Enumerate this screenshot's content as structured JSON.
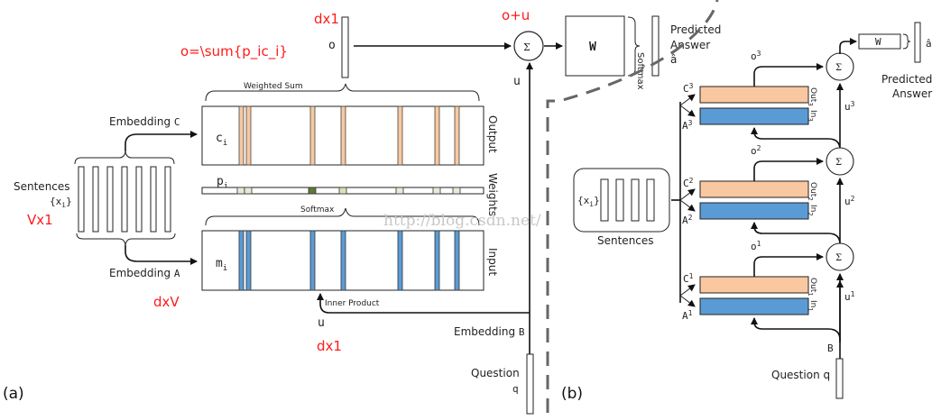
{
  "panel_a": {
    "label": "(a)",
    "sentences": {
      "label": "Sentences",
      "symbol": "{x",
      "symbol_sub": "i",
      "symbol_close": "}",
      "annotation": "Vx1",
      "vector_count": 7
    },
    "embedding_c": {
      "label": "Embedding",
      "matrix": "C"
    },
    "embedding_a": {
      "label": "Embedding",
      "matrix": "A",
      "annotation": "dxV"
    },
    "embedding_b": {
      "label": "Embedding",
      "matrix": "B"
    },
    "output_block": {
      "symbol": "c",
      "symbol_sub": "i",
      "side_label": "Output",
      "color": "#f9c8a0"
    },
    "weights_block": {
      "symbol": "p",
      "symbol_sub": "i",
      "side_label": "Weights",
      "cell_colors": [
        "#e6ead8",
        "#e6ead8",
        "#5c7a36",
        "#d6e2b8",
        "#e6ead8",
        "#e6ead8",
        "#e6ead8"
      ]
    },
    "input_block": {
      "symbol": "m",
      "symbol_sub": "i",
      "side_label": "Input",
      "color": "#5b9bd5"
    },
    "brace_weighted_sum": "Weighted Sum",
    "brace_softmax": "Softmax",
    "inner_product": "Inner Product",
    "o_vector": {
      "symbol": "o",
      "annotation_formula": "o=\\sum{p_ic_i}",
      "annotation_dim": "dx1"
    },
    "u_vector": {
      "symbol": "u",
      "annotation": "dx1"
    },
    "sum_node": {
      "symbol": "Σ",
      "annotation": "o+u",
      "input_label": "u"
    },
    "w_block": {
      "symbol": "W"
    },
    "softmax_brace": "Softmax",
    "predicted": {
      "line1": "Predicted",
      "line2": "Answer",
      "symbol": "â"
    },
    "question": {
      "line1": "Question",
      "symbol": "q"
    }
  },
  "panel_b": {
    "label": "(b)",
    "sentences": {
      "label": "Sentences",
      "symbol": "{x",
      "symbol_sub": "i",
      "symbol_close": "}"
    },
    "layers": [
      {
        "c": "C",
        "a": "A",
        "sup": "3",
        "out": "Out",
        "in": "In",
        "sub": "3",
        "o": "o",
        "u": "u"
      },
      {
        "c": "C",
        "a": "A",
        "sup": "2",
        "out": "Out",
        "in": "In",
        "sub": "2",
        "o": "o",
        "u": "u"
      },
      {
        "c": "C",
        "a": "A",
        "sup": "1",
        "out": "Out",
        "in": "In",
        "sub": "1",
        "o": "o",
        "u": "u"
      }
    ],
    "sum_symbol": "Σ",
    "w_block": "W",
    "a_hat": "â",
    "predicted": {
      "line1": "Predicted",
      "line2": "Answer"
    },
    "b_label": "B",
    "question": "Question q",
    "out_color": "#f9c8a0",
    "in_color": "#5b9bd5"
  },
  "watermark": "http://blog.csdn.net/"
}
